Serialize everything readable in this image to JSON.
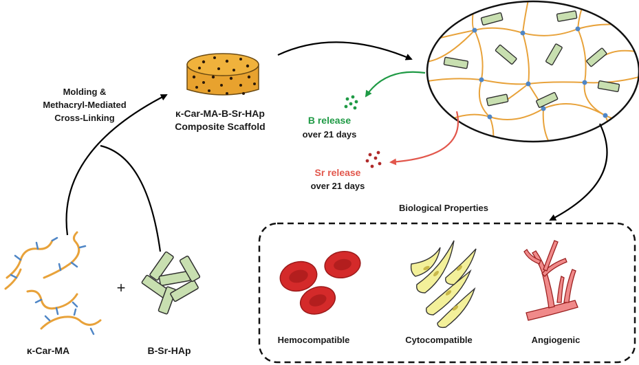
{
  "step_label_line1": "Molding &",
  "step_label_line2": "Methacryl-Mediated",
  "step_label_line3": "Cross-Linking",
  "scaffold_line1": "κ-Car-MA-B-Sr-HAp",
  "scaffold_line2": "Composite Scaffold",
  "b_release_line1": "B release",
  "b_release_line2": "over 21 days",
  "sr_release_line1": "Sr release",
  "sr_release_line2": "over 21 days",
  "bio_title": "Biological Properties",
  "polymer_label": "κ-Car-MA",
  "plus": "+",
  "particles_label": "B-Sr-HAp",
  "props": {
    "hemocompatible": "Hemocompatible",
    "cytocompatible": "Cytocompatible",
    "angiogenic": "Angiogenic"
  },
  "colors": {
    "polymer_chain": "#e8a23a",
    "methacryl": "#4f86c6",
    "particle_fill": "#c8dfb0",
    "b_release": "#1f9a45",
    "sr_release": "#e2574c",
    "scaffold": "#e8a22e",
    "blood_cell": "#d42a2a",
    "cell_fill": "#f3f09a",
    "vessel": "#f08a8a"
  }
}
